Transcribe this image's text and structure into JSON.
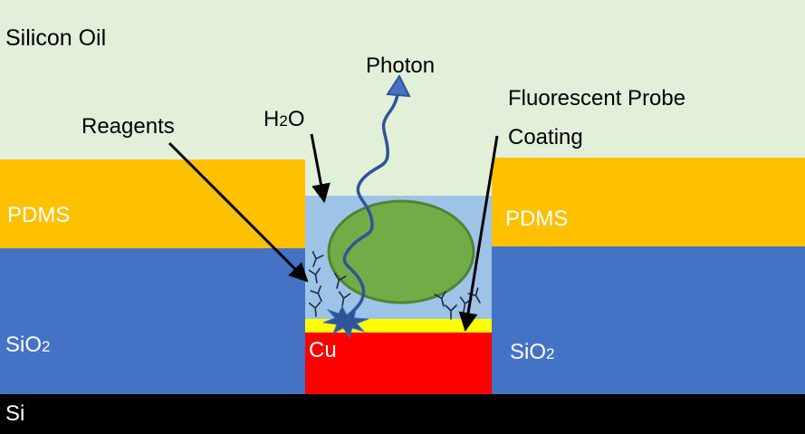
{
  "labels": {
    "silicon_oil": "Silicon Oil",
    "photon": "Photon",
    "reagents": "Reagents",
    "h2o": "H",
    "h2o_sub": "2",
    "h2o_tail": "O",
    "fluorescent_line1": "Fluorescent Probe",
    "fluorescent_line2": "Coating",
    "pdms_left": "PDMS",
    "pdms_right": "PDMS",
    "sio2_left": "SiO",
    "sio2_left_sub": "2",
    "sio2_right": "SiO",
    "sio2_right_sub": "2",
    "cu": "Cu",
    "si": "Si"
  },
  "colors": {
    "background": "#e2efd9",
    "pdms": "#ffc000",
    "sio2": "#4472c4",
    "si": "#000000",
    "cu": "#ff0000",
    "coating": "#ffff00",
    "water": "#9dc3e6",
    "cell": "#70ad47",
    "cell_border": "#548235",
    "photon": "#2f5597",
    "arrow": "#000000"
  }
}
